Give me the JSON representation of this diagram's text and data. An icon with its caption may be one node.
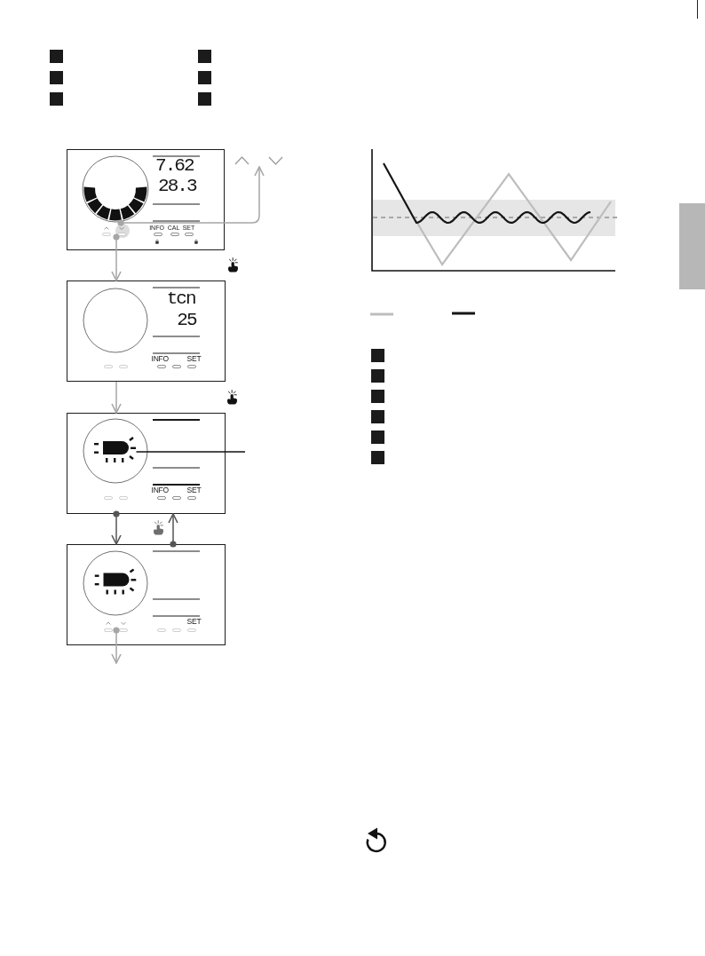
{
  "diagram": {
    "nodes": [
      {
        "text": [
          "7.62",
          "28.3",
          "INFO",
          "CAL",
          "SET"
        ]
      },
      {
        "text": [
          "tcn",
          "25",
          "INFO",
          "SET"
        ]
      },
      {
        "text": [
          "INFO",
          "SET"
        ]
      },
      {
        "text": [
          "SET"
        ]
      },
      {
        "text": [],
        "shape": "picture"
      },
      {
        "text": [],
        "shape": "picture",
        "in": 2
      }
    ],
    "edges": [
      {
        "from": 0,
        "to": 1,
        "arrow": "to"
      },
      {
        "from": 0,
        "to": 4,
        "arrow": "to"
      },
      {
        "from": 1,
        "to": 2,
        "arrow": "to"
      },
      {
        "from": 2,
        "to": 3,
        "arrow": "to",
        "color": "#555555"
      },
      {
        "from": 3,
        "to": 2,
        "arrow": "to",
        "color": "#555555"
      },
      {
        "from": 3,
        "to": null,
        "arrow": "to"
      },
      {
        "from": null,
        "to": 5,
        "arrow": "none",
        "color": "#111111"
      }
    ]
  }
}
